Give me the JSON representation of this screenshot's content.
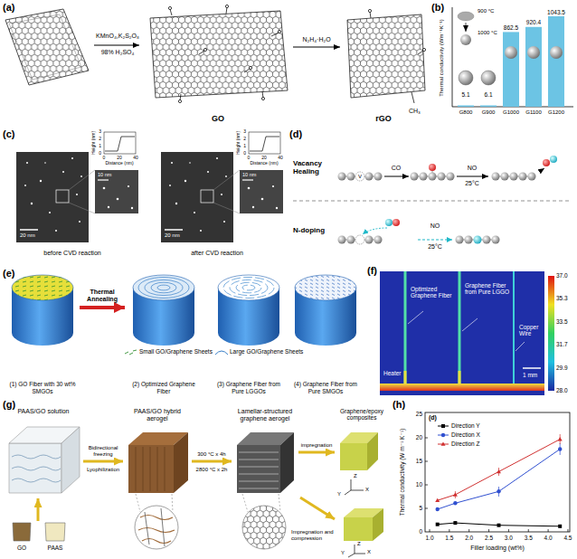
{
  "diagram": {
    "nodes": [
      {
        "text": [
          "GO"
        ]
      },
      {
        "text": [
          "rGO"
        ]
      },
      {
        "text": [
          "(1) GO Fiber with 30 wt% SMGOs"
        ]
      },
      {
        "text": [
          "(2) Optimized Graphene Fiber"
        ]
      },
      {
        "text": [
          "(3) Graphene Fiber from Pure LGGOs"
        ]
      },
      {
        "text": [
          "(4) Graphene Fiber from Pure SMGOs"
        ]
      },
      {
        "text": [
          "PAAS/GO solution"
        ]
      },
      {
        "text": [
          "PAAS/GO hybrid aerogel"
        ]
      },
      {
        "text": [
          "Lamellar-structured graphene aerogel"
        ]
      },
      {
        "text": [
          "Graphene/epoxy composites"
        ]
      }
    ],
    "edges": [
      {
        "from": 0,
        "to": 1,
        "label": "N₂H₄·H₂O",
        "arrow": "to"
      },
      {
        "from": 2,
        "to": 3,
        "label": "Thermal Annealing",
        "arrow": "to"
      },
      {
        "from": 6,
        "to": 7,
        "label": "Bidirectional freezing",
        "arrow": "to"
      },
      {
        "from": 7,
        "to": 8,
        "label": "300 °C x 4h",
        "arrow": "to"
      },
      {
        "from": 8,
        "to": 9,
        "label": "impregnation",
        "arrow": "to"
      }
    ],
    "labels": [
      "(a)",
      "KMnO₄,K₂S₂O₈",
      "98% H₂SO₄",
      "CH₃",
      "(b)",
      "Thermal conductivity (Wm⁻¹K⁻¹)",
      "900 °C",
      "1000 °C",
      "5.1",
      "6.1",
      "862.5",
      "920.4",
      "1043.5",
      "G800",
      "G900",
      "G1000",
      "G1100",
      "G1200",
      "(c)",
      "Height (nm)",
      "0",
      "1",
      "2",
      "3",
      "0",
      "20",
      "40",
      "Distance (nm)",
      "20 nm",
      "10 nm",
      "before CVD reaction",
      "Height (nm)",
      "0",
      "1",
      "2",
      "3",
      "0",
      "20",
      "40",
      "Distance (nm)",
      "20 nm",
      "10 nm",
      "after CVD reaction",
      "(d)",
      "Vacancy Healing",
      "V",
      "CO",
      "NO",
      "25°C",
      "N-doping",
      "NO",
      "25°C",
      "(e)",
      "(f)",
      "37.0",
      "35.3",
      "33.5",
      "31.7",
      "29.9",
      "28.0",
      "Optimized Graphene Fiber",
      "Graphene Fiber from Pure LGGO",
      "Copper Wire",
      "Heater",
      "1 mm",
      "(g)",
      "Lyophilization",
      "2800 °C x 2h",
      "Impregnation and compression",
      "GO",
      "PAAS",
      "X",
      "Y",
      "Z",
      "X",
      "Y",
      "Z",
      "(h)",
      "(d)",
      "Thermal conductivity (W m⁻¹ K⁻¹)",
      "Filler loading (wt%)",
      "0",
      "5",
      "10",
      "15",
      "20",
      "25",
      "1.0",
      "1.5",
      "2.0",
      "2.5",
      "3.0",
      "3.5",
      "4.0",
      "4.5"
    ],
    "legend": [
      {
        "text": "Small GO/Graphene Sheets"
      },
      {
        "text": "Large GO/Graphene Sheets"
      },
      {
        "text": "Direction Y"
      },
      {
        "text": "Direction X"
      },
      {
        "text": "Direction Z"
      }
    ]
  }
}
